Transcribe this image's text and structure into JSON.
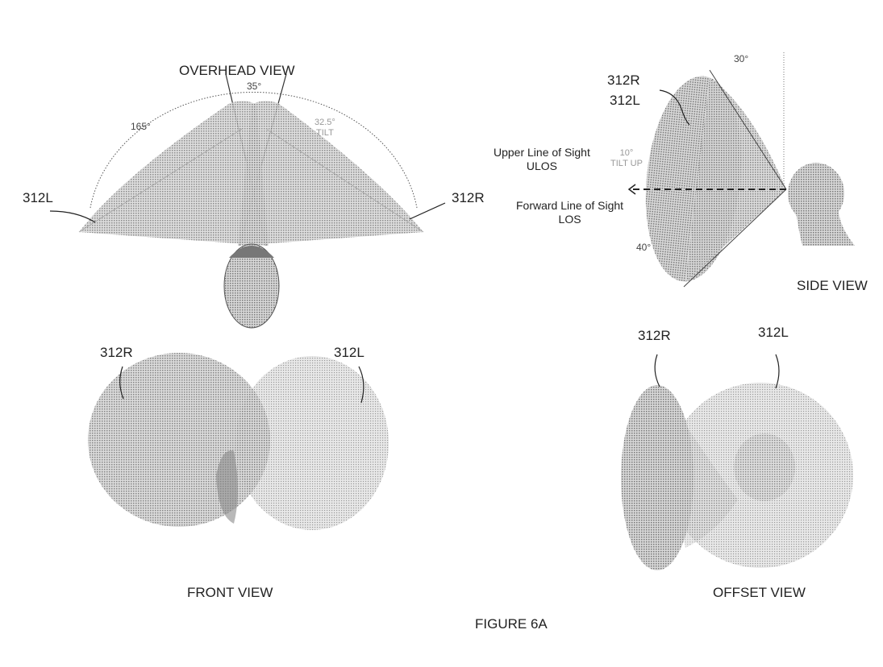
{
  "figure_title": "FIGURE 6A",
  "overhead_view": {
    "title": "OVERHEAD VIEW",
    "label_left": "312L",
    "label_right": "312R",
    "angle_center": "35°",
    "angle_total": "165°",
    "angle_tilt": "32.5°",
    "tilt_text": "TILT"
  },
  "side_view": {
    "title": "SIDE VIEW",
    "label_r": "312R",
    "label_l": "312L",
    "angle_top": "30°",
    "angle_bottom": "40°",
    "tilt_angle": "10°",
    "tilt_text": "TILT UP",
    "ulos_line1": "Upper Line of Sight",
    "ulos_line2": "ULOS",
    "los_line1": "Forward Line of Sight",
    "los_line2": "LOS"
  },
  "front_view": {
    "title": "FRONT VIEW",
    "label_right": "312R",
    "label_left": "312L"
  },
  "offset_view": {
    "title": "OFFSET VIEW",
    "label_right": "312R",
    "label_left": "312L"
  },
  "colors": {
    "fill": "#9a9a9a",
    "dark": "#6e6e6e",
    "light": "#c8c8c8"
  }
}
